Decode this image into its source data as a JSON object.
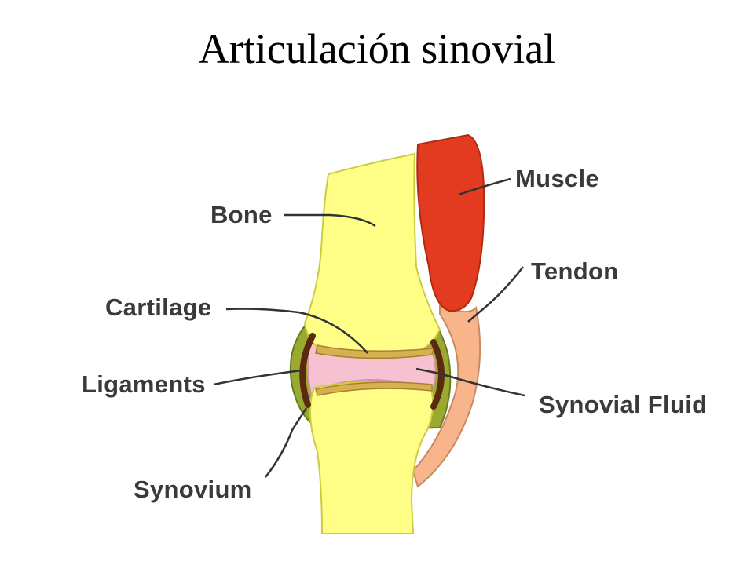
{
  "title": "Articulación sinovial",
  "labels": {
    "bone": "Bone",
    "muscle": "Muscle",
    "tendon": "Tendon",
    "cartilage": "Cartilage",
    "ligaments": "Ligaments",
    "synovial_fluid": "Synovial Fluid",
    "synovium": "Synovium"
  },
  "colors": {
    "bone": "#ffff88",
    "muscle": "#e23b20",
    "tendon": "#f8b48a",
    "cartilage": "#d7b050",
    "synovial_fluid": "#f6c2d2",
    "synovium": "#8a9a2a",
    "ligament": "#5a2a10"
  }
}
